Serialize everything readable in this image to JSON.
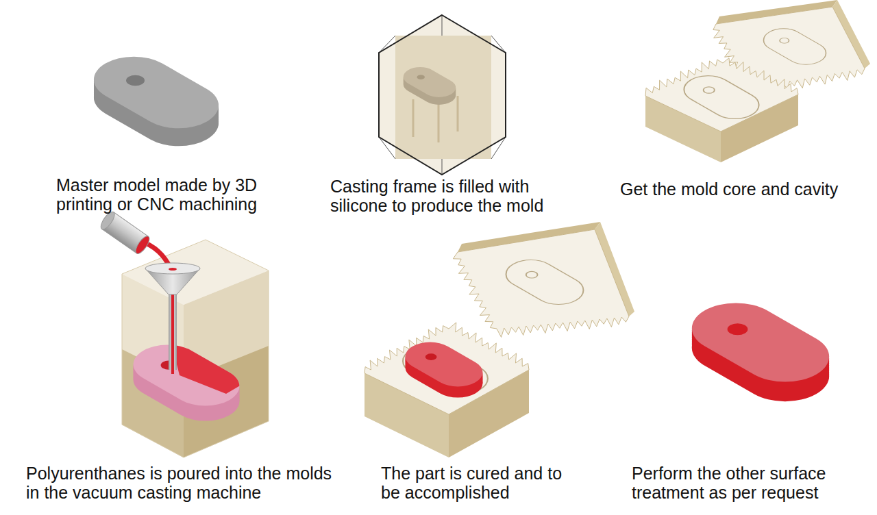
{
  "diagram": {
    "labels": [
      "Master model made by 3D printing or CNC machining",
      "Casting frame is filled with silicone to produce the mold",
      "Get the mold core and cavity",
      "Polyurenthanes is poured into the molds in the vacuum casting machine",
      "The part is cured and to be accomplished",
      "Perform the other surface treatment as per request"
    ]
  }
}
